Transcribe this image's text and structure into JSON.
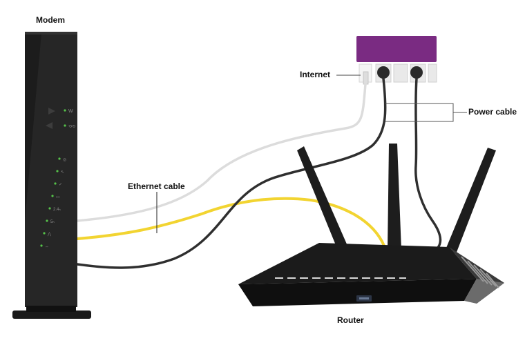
{
  "labels": {
    "modem": "Modem",
    "internet": "Internet",
    "power_cable": "Power cable",
    "ethernet_cable": "Ethernet cable",
    "router": "Router"
  },
  "colors": {
    "outlet_strip": "#7a2b82",
    "ethernet_cable": "#f2d431",
    "internet_cable": "#dcdcdc",
    "power_cable": "#2f2f2f",
    "device_body": "#1c1c1c",
    "led": "#56c24a"
  },
  "modem_indicators": [
    "wifi-icon",
    "power-icon",
    "internet-icon",
    "wps-icon",
    "link-icon",
    "tv-icon",
    "2.4ghz-icon",
    "5ghz-icon",
    "phone-icon",
    "usb-icon"
  ]
}
